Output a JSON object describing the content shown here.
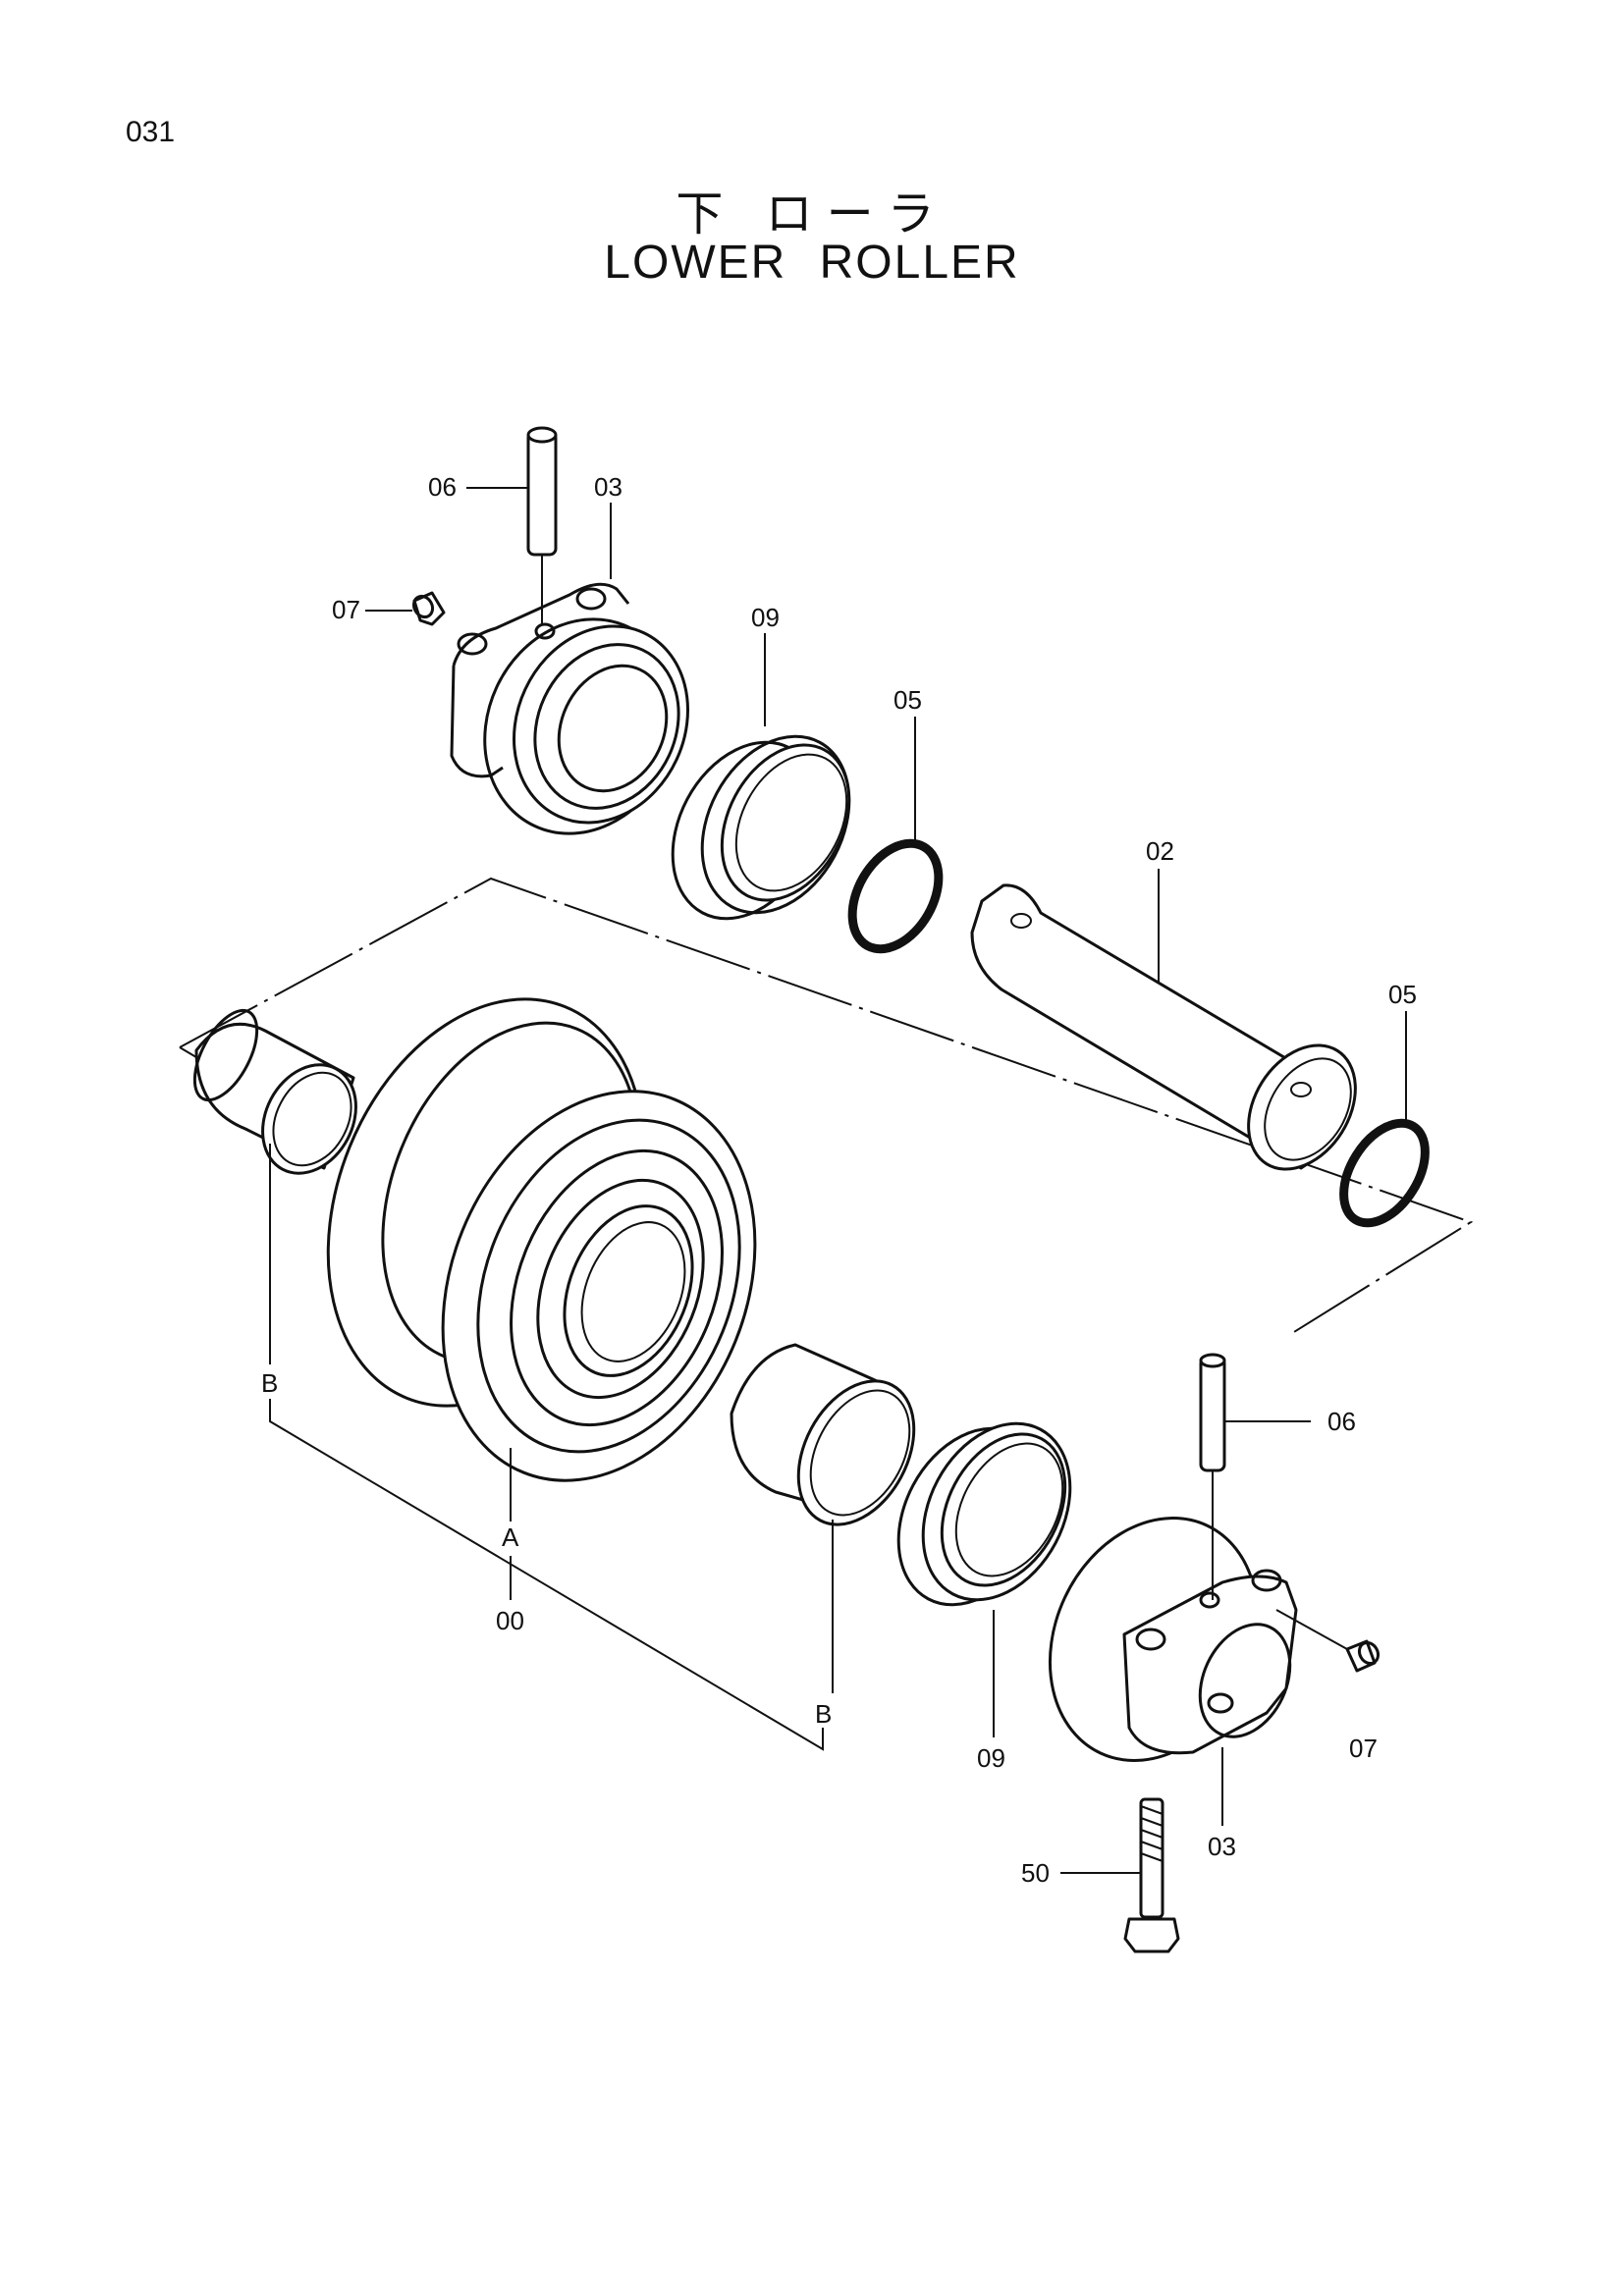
{
  "page_number": "031",
  "title_jp": "下 ローラ",
  "title_en": "LOWER ROLLER",
  "callouts": {
    "c06_top": "06",
    "c03_top": "03",
    "c07_top": "07",
    "c09_top": "09",
    "c05_top": "05",
    "c02": "02",
    "c05_right": "05",
    "c06_bottom": "06",
    "c07_bottom": "07",
    "c03_bottom": "03",
    "c09_bottom": "09",
    "c50": "50",
    "c00": "00",
    "cA": "A",
    "cB_left": "B",
    "cB_bottom": "B"
  }
}
